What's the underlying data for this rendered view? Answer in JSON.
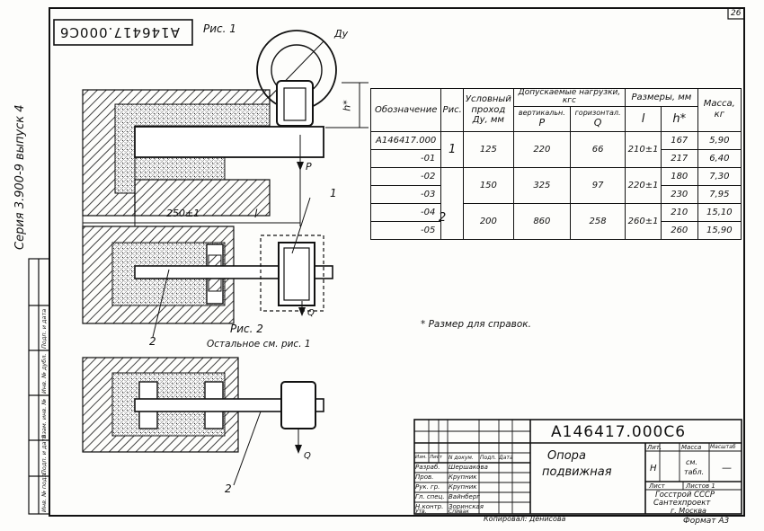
{
  "sheet_number": "26",
  "doc_code_mirrored": "A146417.000C6",
  "series_vertical": "Серия 3.900-9 выпуск 4",
  "fig1_label": "Рис. 1",
  "fig2_label": "Рис. 2",
  "fig2_note": "Остальное см. рис. 1",
  "dim_Dy": "Ду",
  "dim_h": "h*",
  "dim_250": "250±1",
  "dim_l": "l",
  "load_P": "P",
  "load_Q": "Q",
  "pos_1": "1",
  "pos_2": "2",
  "footnote": "* Размер для справок.",
  "left_strip": [
    "Инв. № подл.",
    "Подп. и дата",
    "Взам. инв. №",
    "Инв. № дубл.",
    "Подп. и дата"
  ],
  "table": {
    "h_designation": "Обозначение",
    "h_fig": "Рис.",
    "h_pass_1": "Условный",
    "h_pass_2": "проход",
    "h_pass_3": "Ду, мм",
    "h_load_1": "Допускаемые нагрузки,",
    "h_load_2": "кгс",
    "h_vert": "вертикальн.",
    "h_horiz": "горизонтал.",
    "h_P": "P",
    "h_Q": "Q",
    "h_size": "Размеры, мм",
    "h_l": "l",
    "h_h": "h*",
    "h_mass_1": "Масса,",
    "h_mass_2": "кг",
    "code_main": "А146417.000",
    "s01": "-01",
    "s02": "-02",
    "s03": "-03",
    "s04": "-04",
    "s05": "-05",
    "fig_a": "1",
    "fig_b": "2",
    "dy_a": "125",
    "dy_b": "150",
    "dy_c": "200",
    "p_a": "220",
    "p_b": "325",
    "p_c": "860",
    "q_a": "66",
    "q_b": "97",
    "q_c": "258",
    "l_a": "210±1",
    "l_b": "220±1",
    "l_c": "260±1",
    "h_v": [
      "167",
      "217",
      "180",
      "230",
      "210",
      "260"
    ],
    "m_v": [
      "5,90",
      "6,40",
      "7,30",
      "7,95",
      "15,10",
      "15,90"
    ]
  },
  "title_block": {
    "code": "А146417.000С6",
    "name_1": "Опора",
    "name_2": "подвижная",
    "col_izm": "Изм.",
    "col_list": "Лист",
    "col_ndoc": "N докум.",
    "col_podp": "Подп.",
    "col_data": "Дата",
    "roles": [
      "Разраб.",
      "Пров.",
      "Рук. гр.",
      "Гл. спец.",
      "Н.контр.",
      "Утв."
    ],
    "names": [
      "Шершакова",
      "Крупник",
      "Крупник",
      "Вайнберг",
      "Зоринская",
      "Спивак"
    ],
    "lit": "Лит.",
    "lit_val": "Н",
    "massa": "Масса",
    "massa_val_1": "см.",
    "massa_val_2": "табл.",
    "masshtab": "Масштаб",
    "masshtab_val": "—",
    "list_label": "Лист",
    "listov_label": "Листов 1",
    "org_1": "Госстрой СССР",
    "org_2": "Сантехпроект",
    "org_3": "г. Москва",
    "format": "Формат А3",
    "copied": "Копировал: Денисова"
  }
}
